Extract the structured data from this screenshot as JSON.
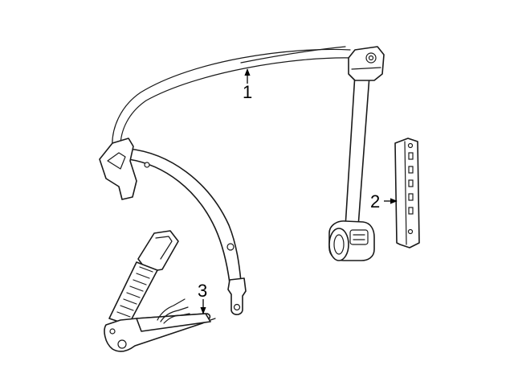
{
  "callouts": [
    {
      "number": "1",
      "part_name": "belt-and-retractor"
    },
    {
      "number": "2",
      "part_name": "height-adjuster-bracket"
    },
    {
      "number": "3",
      "part_name": "buckle"
    }
  ],
  "colors": {
    "line": "#1a1a1a",
    "background": "#ffffff"
  }
}
